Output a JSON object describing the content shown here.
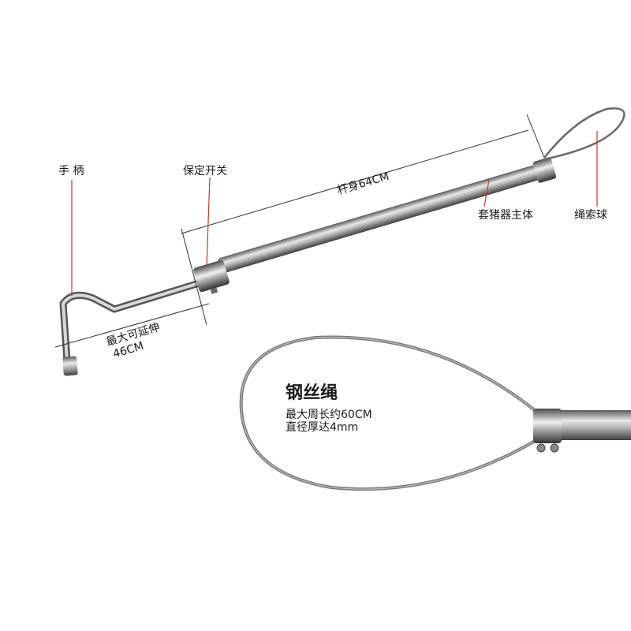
{
  "labels": {
    "handle": "手 柄",
    "lock_switch": "保定开关",
    "rod_length": "杆身64CM",
    "main_body": "套猪器主体",
    "rope_ball": "绳索球",
    "max_extend_line1": "最大可延伸",
    "max_extend_line2": "46CM",
    "wire_title": "钢丝绳",
    "wire_spec_line1": "最大周长约60CM",
    "wire_spec_line2": "直径厚达4mm"
  }
}
